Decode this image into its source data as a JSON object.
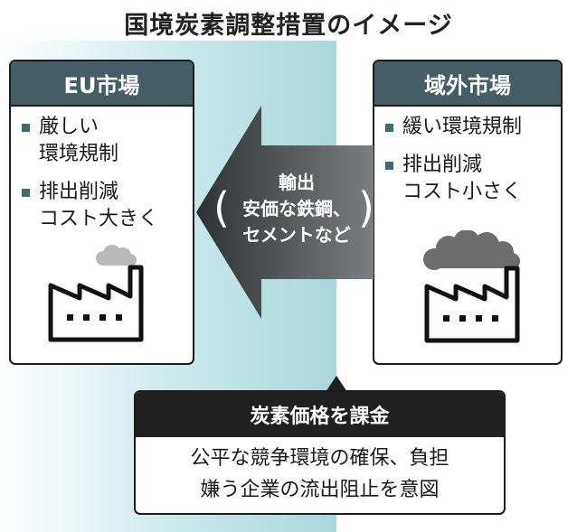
{
  "title": "国境炭素調整措置のイメージ",
  "eu_market": {
    "header": "EU市場",
    "items": [
      {
        "lines": [
          "厳しい",
          "環境規制"
        ]
      },
      {
        "lines": [
          "排出削減",
          "コスト大きく"
        ]
      }
    ]
  },
  "outside_market": {
    "header": "域外市場",
    "items": [
      {
        "lines": [
          "緩い環境規制"
        ]
      },
      {
        "lines": [
          "排出削減",
          "コスト小さく"
        ]
      }
    ]
  },
  "arrow": {
    "label": "輸出",
    "detail_line1": "安価な鉄鋼、",
    "detail_line2": "セメントなど"
  },
  "bottom": {
    "header": "炭素価格を課金",
    "line1": "公平な競争環境の確保、負担",
    "line2": "嫌う企業の流出阻止を意図"
  },
  "colors": {
    "header_bg": "#455e66",
    "band": "#a8d8dc",
    "arrow": "#4a4d50",
    "smoke_light": "#b9b9b9",
    "smoke_dark": "#6d6d6d"
  }
}
